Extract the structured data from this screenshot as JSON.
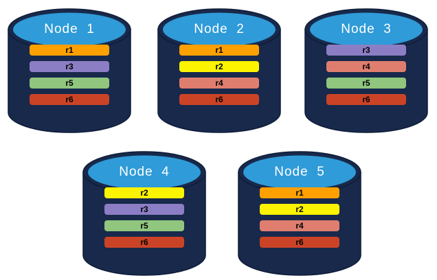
{
  "colors": {
    "cylinder_body": "#18294B",
    "cylinder_outline": "#0d1c38",
    "cylinder_top": "#2F9BD8",
    "title_text": "#FFFFFF",
    "bar_text": "#000000",
    "replica_palette": {
      "r1": "#FEA000",
      "r2": "#FBF300",
      "r3": "#8C7EC4",
      "r4": "#DF7E6F",
      "r5": "#90C67E",
      "r6": "#CB4326"
    }
  },
  "nodes": [
    {
      "title": "Node  1",
      "replicas": [
        {
          "label": "r1",
          "color": "#FEA000"
        },
        {
          "label": "r3",
          "color": "#8C7EC4"
        },
        {
          "label": "r5",
          "color": "#90C67E"
        },
        {
          "label": "r6",
          "color": "#CB4326"
        }
      ]
    },
    {
      "title": "Node  2",
      "replicas": [
        {
          "label": "r1",
          "color": "#FEA000"
        },
        {
          "label": "r2",
          "color": "#FBF300"
        },
        {
          "label": "r4",
          "color": "#DF7E6F"
        },
        {
          "label": "r6",
          "color": "#CB4326"
        }
      ]
    },
    {
      "title": "Node  3",
      "replicas": [
        {
          "label": "r3",
          "color": "#8C7EC4"
        },
        {
          "label": "r4",
          "color": "#DF7E6F"
        },
        {
          "label": "r5",
          "color": "#90C67E"
        },
        {
          "label": "r6",
          "color": "#CB4326"
        }
      ]
    },
    {
      "title": "Node  4",
      "replicas": [
        {
          "label": "r2",
          "color": "#FBF300"
        },
        {
          "label": "r3",
          "color": "#8C7EC4"
        },
        {
          "label": "r5",
          "color": "#90C67E"
        },
        {
          "label": "r6",
          "color": "#CB4326"
        }
      ]
    },
    {
      "title": "Node  5",
      "replicas": [
        {
          "label": "r1",
          "color": "#FEA000"
        },
        {
          "label": "r2",
          "color": "#FBF300"
        },
        {
          "label": "r4",
          "color": "#DF7E6F"
        },
        {
          "label": "r6",
          "color": "#CB4326"
        }
      ]
    }
  ]
}
